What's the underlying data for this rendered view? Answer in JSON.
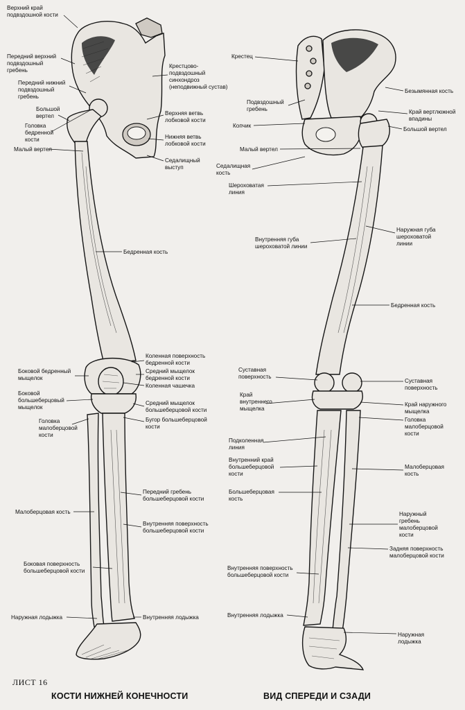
{
  "sheet_label": "ЛИСТ 16",
  "title": "КОСТИ НИЖНЕЙ КОНЕЧНОСТИ",
  "subtitle": "ВИД СПЕРЕДИ И СЗАДИ",
  "front_labels": {
    "iliac_crest_upper": [
      "Верхний край",
      "подвздошной кости"
    ],
    "ant_sup_spine": [
      "Передний верхний",
      "подвздошный",
      "гребень"
    ],
    "ant_inf_spine": [
      "Передний нижний",
      "подвздошный",
      "гребень"
    ],
    "greater_trochanter": [
      "Большой",
      "вертел"
    ],
    "femoral_head": [
      "Головка",
      "бедренной",
      "кости"
    ],
    "lesser_trochanter": [
      "Малый вертел"
    ],
    "sacroiliac": [
      "Крестцово-",
      "подвздошный",
      "синхондроз",
      "(неподвижный сустав)"
    ],
    "sup_pubic_ramus": [
      "Верхняя ветвь",
      "лобковой кости"
    ],
    "inf_pubic_ramus": [
      "Нижняя ветвь",
      "лобковой кости"
    ],
    "ischial_tuberosity": [
      "Седалищный",
      "выступ"
    ],
    "femur": [
      "Бедренная кость"
    ],
    "knee_surface": [
      "Коленная поверхность",
      "бедренной кости"
    ],
    "lateral_condyle_femur": [
      "Боковой бедренный",
      "мыщелок"
    ],
    "medial_condyle_femur": [
      "Средний мыщелок",
      "бедренной кости"
    ],
    "patella": [
      "Коленная чашечка"
    ],
    "lateral_condyle_tibia": [
      "Боковой",
      "большеберцовый",
      "мыщелок"
    ],
    "medial_condyle_tibia": [
      "Средний мыщелок",
      "большеберцовой кости"
    ],
    "fibula_head": [
      "Головка",
      "малоберцовой",
      "кости"
    ],
    "tibial_tuberosity": [
      "Бугор большеберцовой",
      "кости"
    ],
    "anterior_crest": [
      "Передний гребень",
      "большеберцовой кости"
    ],
    "fibula": [
      "Малоберцовая кость"
    ],
    "medial_surface": [
      "Внутренняя поверхность",
      "большеберцовой кости"
    ],
    "lateral_surface": [
      "Боковая поверхность",
      "большеберцовой кости"
    ],
    "lateral_malleolus": [
      "Наружная лодыжка"
    ],
    "medial_malleolus": [
      "Внутренняя лодыжка"
    ]
  },
  "back_labels": {
    "sacrum": [
      "Крестец"
    ],
    "innominate": [
      "Безымянная кость"
    ],
    "iliac_crest": [
      "Подвздошный",
      "гребень"
    ],
    "acetabulum_rim": [
      "Край вертлюжной",
      "впадины"
    ],
    "coccyx": [
      "Копчик"
    ],
    "greater_trochanter": [
      "Большой вертел"
    ],
    "lesser_trochanter": [
      "Малый вертел"
    ],
    "ischial_spine": [
      "Седалищная",
      "кость"
    ],
    "linea_aspera": [
      "Шероховатая",
      "линия"
    ],
    "lateral_lip": [
      "Наружная губа",
      "шероховатой",
      "линии"
    ],
    "medial_lip": [
      "Внутренняя губа",
      "шероховатой линии"
    ],
    "femur": [
      "Бедренная кость"
    ],
    "articular_surface_l": [
      "Суставная",
      "поверхность"
    ],
    "articular_surface_r": [
      "Суставная",
      "поверхность"
    ],
    "medial_condyle_edge": [
      "Край",
      "внутреннего",
      "мыщелка"
    ],
    "lateral_condyle_edge": [
      "Край наружного",
      "мыщелка"
    ],
    "fibula_head": [
      "Головка",
      "малоберцовой",
      "кости"
    ],
    "popliteal_line": [
      "Подколенная",
      "линия"
    ],
    "medial_border_tibia": [
      "Внутренний край",
      "большеберцовой",
      "кости"
    ],
    "fibula": [
      "Малоберцовая",
      "кость"
    ],
    "tibia": [
      "Большеберцовая",
      "кость"
    ],
    "lateral_crest_fibula": [
      "Наружный",
      "гребень",
      "малоберцовой",
      "кости"
    ],
    "posterior_surface_fibula": [
      "Задняя поверхность",
      "малоберцовой кости"
    ],
    "medial_surface_tibia": [
      "Внутренняя поверхность",
      "большеберцовой кости"
    ],
    "medial_malleolus": [
      "Внутренняя лодыжка"
    ],
    "lateral_malleolus": [
      "Наружная",
      "лодыжка"
    ]
  }
}
